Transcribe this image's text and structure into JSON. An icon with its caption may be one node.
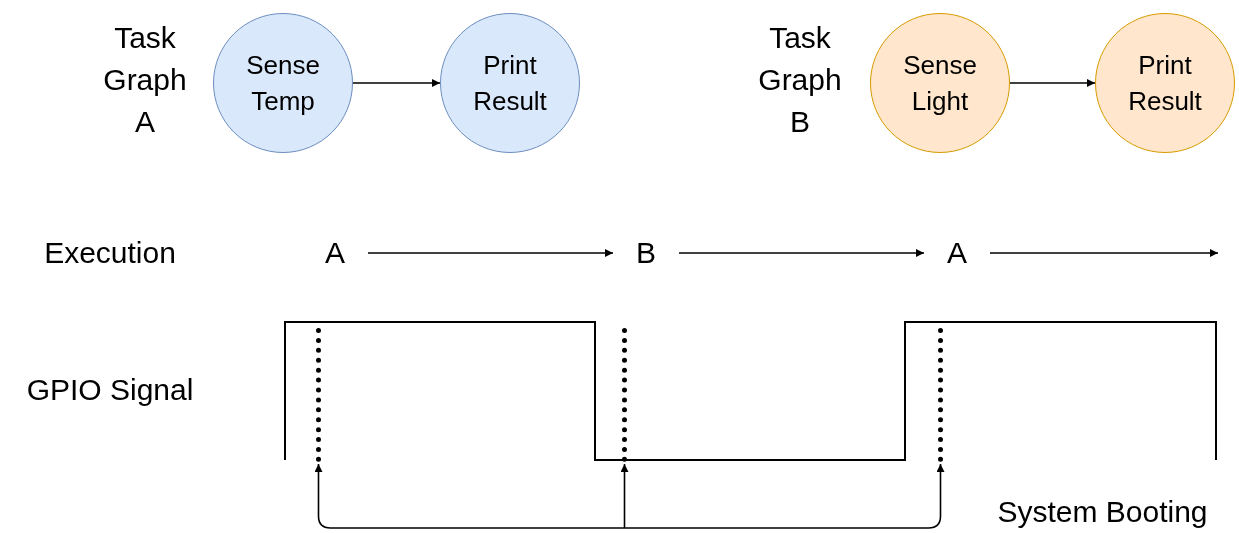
{
  "diagram": {
    "nodes": [
      {
        "text": [
          "Sense Temp"
        ]
      },
      {
        "text": [
          "Print Result"
        ]
      },
      {
        "text": [
          "Sense Light"
        ]
      },
      {
        "text": [
          "Print Result"
        ]
      },
      {
        "text": [
          "A"
        ]
      },
      {
        "text": [
          "B"
        ]
      },
      {
        "text": [
          "A"
        ]
      },
      {
        "text": [],
        "shape": "bar"
      },
      {
        "text": [],
        "shape": "bar"
      },
      {
        "text": [],
        "shape": "bar"
      }
    ],
    "edges": [
      {
        "from": 0,
        "to": 1,
        "arrow": "to"
      },
      {
        "from": 2,
        "to": 3,
        "arrow": "to"
      },
      {
        "from": 4,
        "to": 5,
        "arrow": "to"
      },
      {
        "from": 5,
        "to": 6,
        "arrow": "to"
      },
      {
        "from": 6,
        "to": null,
        "arrow": "to"
      },
      {
        "from": null,
        "to": 7,
        "arrow": "to"
      },
      {
        "from": null,
        "to": 8,
        "arrow": "to"
      },
      {
        "from": null,
        "to": 9,
        "arrow": "to"
      }
    ],
    "labels": [
      "Task Graph A",
      "Task Graph B",
      "Execution",
      "GPIO Signal",
      "System Booting"
    ]
  }
}
